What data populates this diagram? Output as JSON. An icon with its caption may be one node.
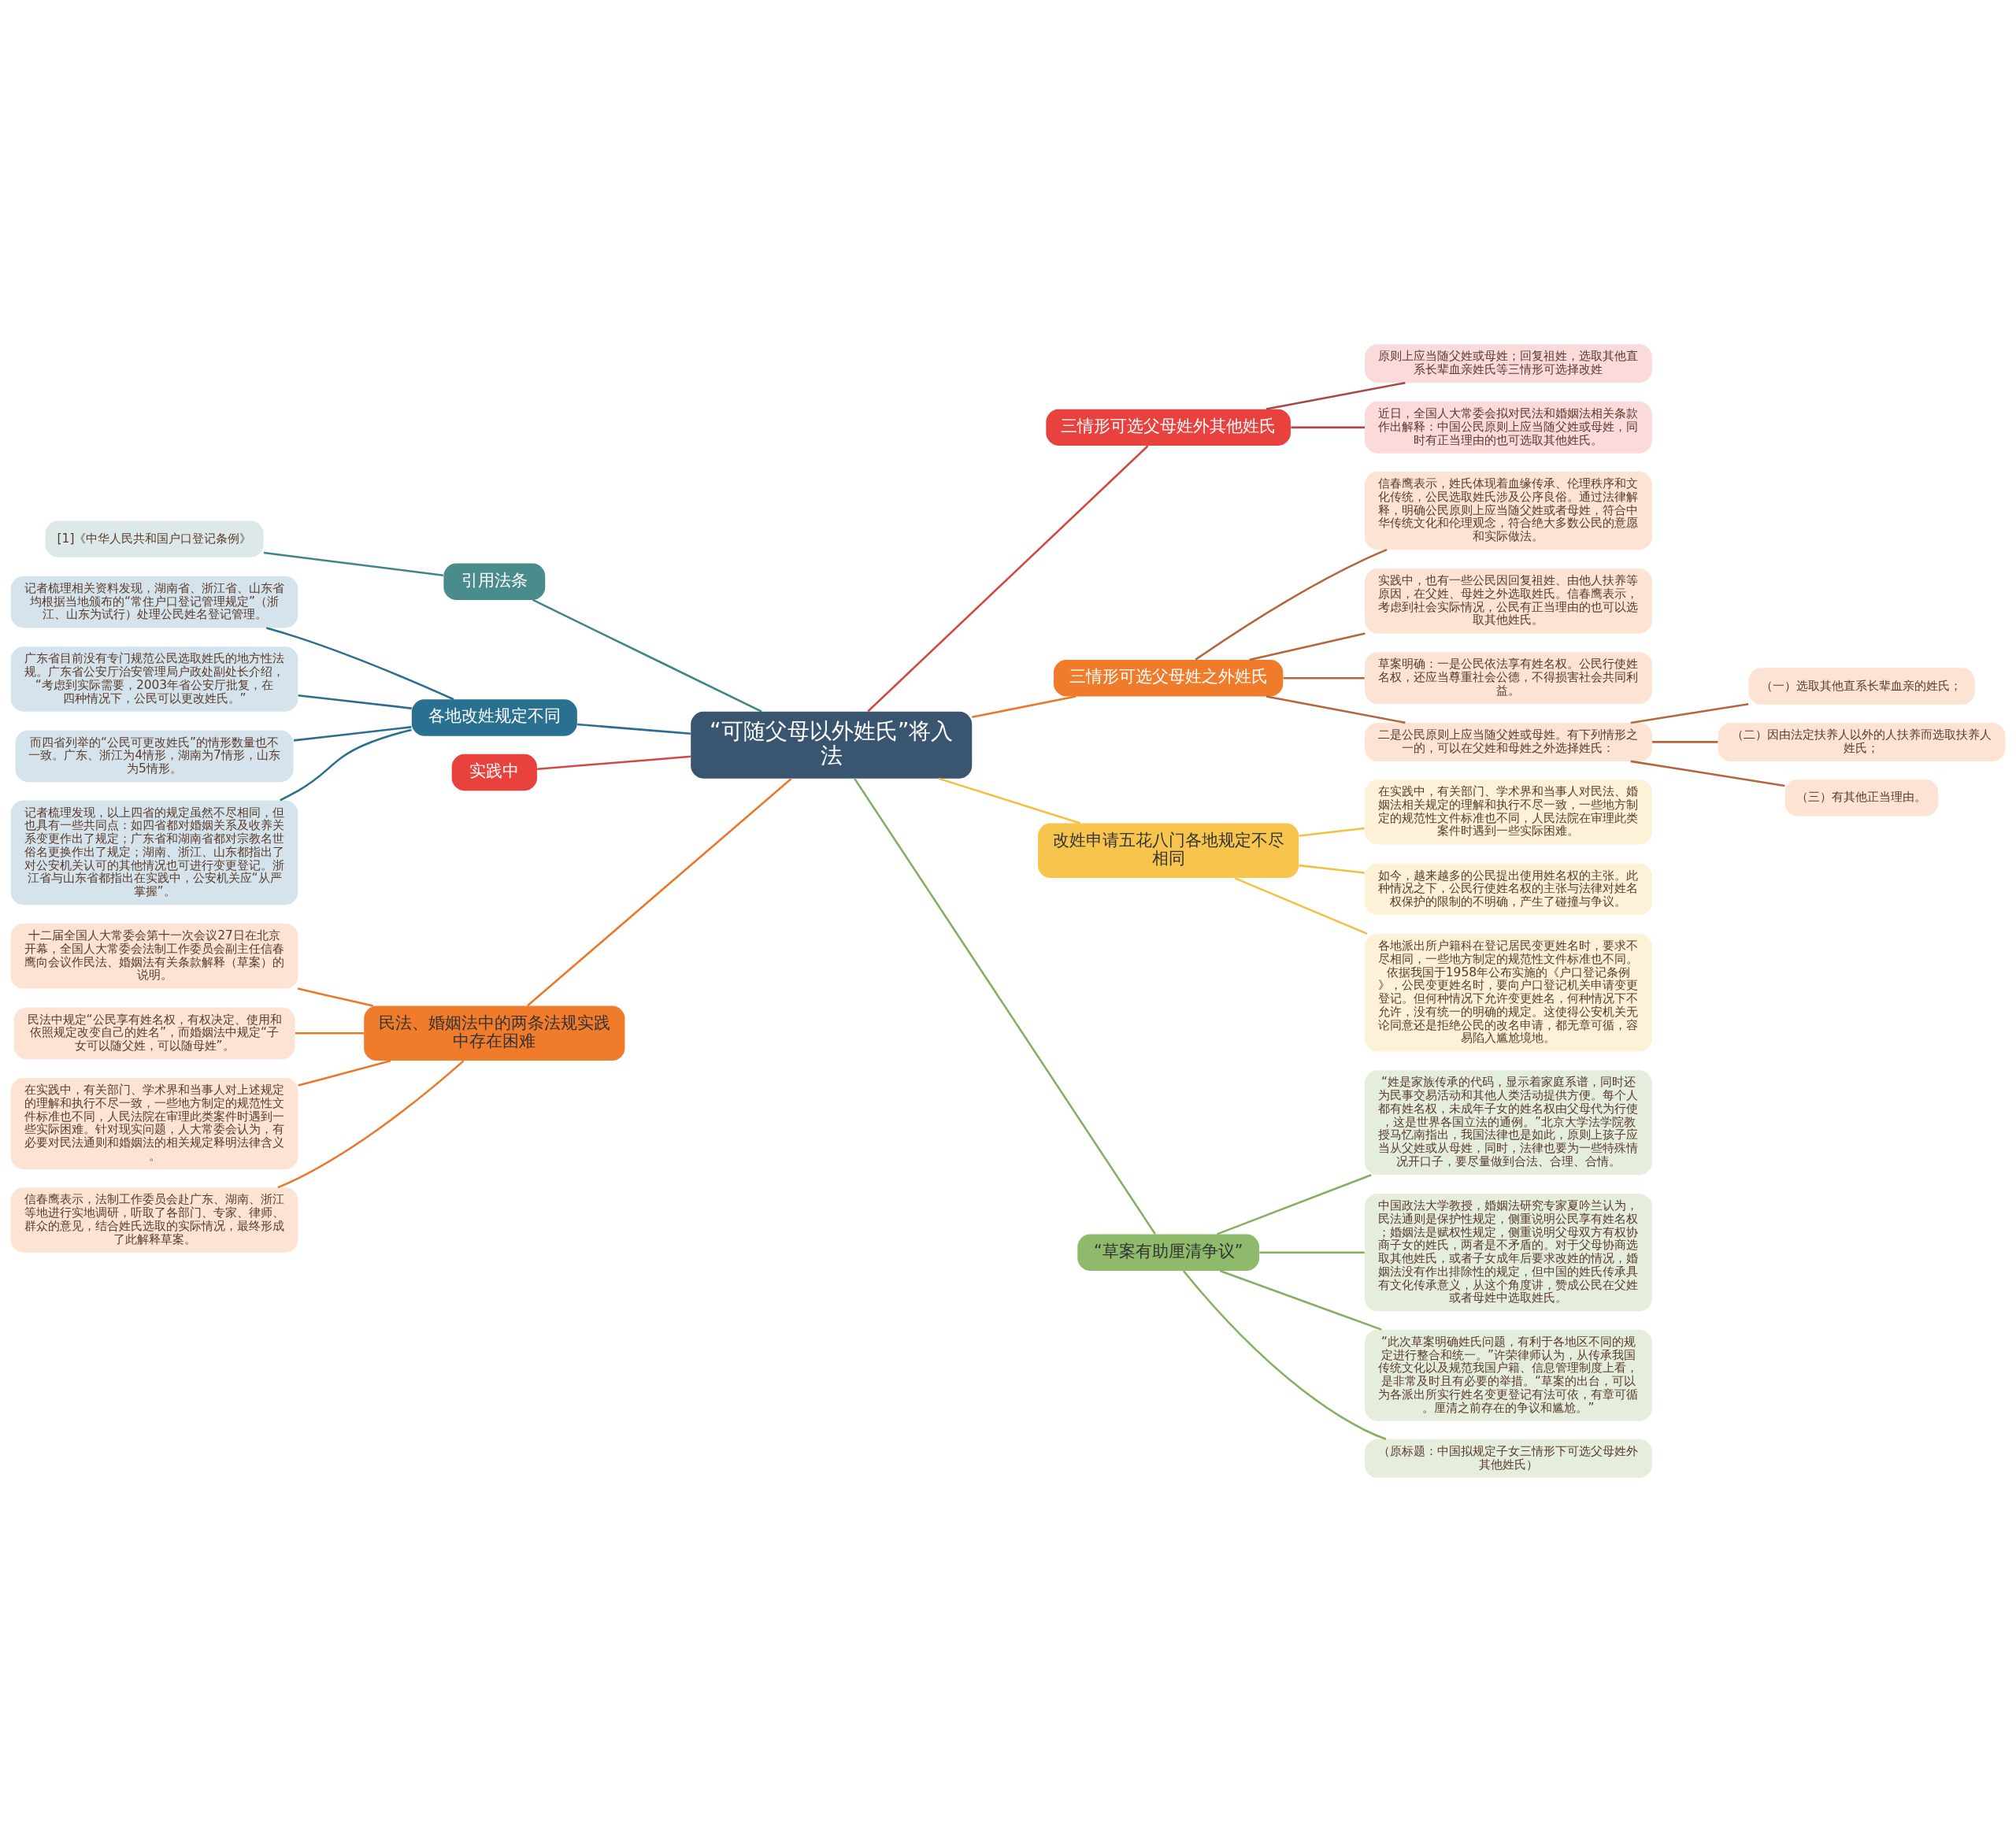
{
  "diagram": {
    "nodes": [
      {
        "text": [
          "“可随父母以外姓氏”将入法"
        ]
      },
      {
        "text": [
          "三情形可选父母姓外其他姓氏"
        ]
      },
      {
        "text": [
          "原则上应当随父姓或母姓；回复祖姓，选取其他直系长辈血亲姓氏等三情形可选择改姓"
        ]
      },
      {
        "text": [
          "近日，全国人大常委会拟对民法和婚姻法相关条款作出解释：中国公民原则上应当随父姓或母姓，同时有正当理由的也可选取其他姓氏。"
        ]
      },
      {
        "text": [
          "三情形可选父母姓之外姓氏"
        ]
      },
      {
        "text": [
          "信春鹰表示，姓氏体现着血缘传承、伦理秩序和文化传统，公民选取姓氏涉及公序良俗。通过法律解释，明确公民原则上应当随父姓或者母姓，符合中华传统文化和伦理观念，符合绝大多数公民的意愿和实际做法。"
        ]
      },
      {
        "text": [
          "实践中，也有一些公民因回复祖姓、由他人扶养等原因，在父姓、母姓之外选取姓氏。信春鹰表示，考虑到社会实际情况，公民有正当理由的也可以选取其他姓氏。"
        ]
      },
      {
        "text": [
          "草案明确：一是公民依法享有姓名权。公民行使姓名权，还应当尊重社会公德，不得损害社会共同利益。"
        ]
      },
      {
        "text": [
          "二是公民原则上应当随父姓或母姓。有下列情形之一的，可以在父姓和母姓之外选择姓氏："
        ]
      },
      {
        "text": [
          "（一）选取其他直系长辈血亲的姓氏；"
        ]
      },
      {
        "text": [
          "（二）因由法定扶养人以外的人扶养而选取扶养人姓氏；"
        ]
      },
      {
        "text": [
          "（三）有其他正当理由。"
        ]
      },
      {
        "text": [
          "改姓申请五花八门各地规定不尽相同"
        ]
      },
      {
        "text": [
          "在实践中，有关部门、学术界和当事人对民法、婚姻法相关规定的理解和执行不尽一致，一些地方制定的规范性文件标准也不同，人民法院在审理此类案件时遇到一些实际困难。"
        ]
      },
      {
        "text": [
          "如今，越来越多的公民提出使用姓名权的主张。此种情况之下，公民行使姓名权的主张与法律对姓名权保护的限制的不明确，产生了碰撞与争议。"
        ]
      },
      {
        "text": [
          "各地派出所户籍科在登记居民变更姓名时，要求不尽相同，一些地方制定的规范性文件标准也不同。依据我国于1958年公布实施的《户口登记条例》，公民变更姓名时，要向户口登记机关申请变更登记。但何种情况下允许变更姓名，何种情况下不允许，没有统一的明确的规定。这使得公安机关无论同意还是拒绝公民的改名申请，都无章可循，容易陷入尴尬境地。"
        ]
      },
      {
        "text": [
          "“草案有助厘清争议”"
        ]
      },
      {
        "text": [
          "“姓是家族传承的代码，显示着家庭系谱，同时还为民事交易活动和其他人类活动提供方便。每个人都有姓名权，未成年子女的姓名权由父母代为行使，这是世界各国立法的通例。”北京大学法学院教授马忆南指出，我国法律也是如此，原则上孩子应当从父姓或从母姓，同时，法律也要为一些特殊情况开口子，要尽量做到合法、合理、合情。"
        ]
      },
      {
        "text": [
          "中国政法大学教授，婚姻法研究专家夏吟兰认为，民法通则是保护性规定，侧重说明公民享有姓名权；婚姻法是赋权性规定，侧重说明父母双方有权协商子女的姓氏，两者是不矛盾的。对于父母协商选取其他姓氏，或者子女成年后要求改姓的情况，婚姻法没有作出排除性的规定，但中国的姓氏传承具有文化传承意义，从这个角度讲，赞成公民在父姓或者母姓中选取姓氏。"
        ]
      },
      {
        "text": [
          "“此次草案明确姓氏问题，有利于各地区不同的规定进行整合和统一。”许荣律师认为，从传承我国传统文化以及规范我国户籍、信息管理制度上看，是非常及时且有必要的举措。“草案的出台，可以为各派出所实行姓名变更登记有法可依，有章可循。厘清之前存在的争议和尴尬。”"
        ]
      },
      {
        "text": [
          "（原标题：中国拟规定子女三情形下可选父母姓外其他姓氏）"
        ]
      },
      {
        "text": [
          "引用法条"
        ]
      },
      {
        "text": [
          "[1]《中华人民共和国户口登记条例》"
        ]
      },
      {
        "text": [
          "各地改姓规定不同"
        ]
      },
      {
        "text": [
          "记者梳理相关资料发现，湖南省、浙江省、山东省均根据当地颁布的“常住户口登记管理规定”（浙江、山东为试行）处理公民姓名登记管理。"
        ]
      },
      {
        "text": [
          "广东省目前没有专门规范公民选取姓氏的地方性法规。广东省公安厅治安管理局户政处副处长介绍，“考虑到实际需要，2003年省公安厅批复，在四种情况下，公民可以更改姓氏。”"
        ]
      },
      {
        "text": [
          "而四省列举的“公民可更改姓氏”的情形数量也不一致。广东、浙江为4情形，湖南为7情形，山东为5情形。"
        ]
      },
      {
        "text": [
          "记者梳理发现，以上四省的规定虽然不尽相同，但也具有一些共同点：如四省都对婚姻关系及收养关系变更作出了规定；广东省和湖南省都对宗教名世俗名更换作出了规定；湖南、浙江、山东都指出了对公安机关认可的其他情况也可进行变更登记。浙江省与山东省都指出在实践中，公安机关应“从严掌握”。"
        ]
      },
      {
        "text": [
          "实践中"
        ]
      },
      {
        "text": [
          "民法、婚姻法中的两条法规实践中存在困难"
        ]
      },
      {
        "text": [
          "十二届全国人大常委会第十一次会议27日在北京开幕，全国人大常委会法制工作委员会副主任信春鹰向会议作民法、婚姻法有关条款解释（草案）的说明。"
        ]
      },
      {
        "text": [
          "民法中规定“公民享有姓名权，有权决定、使用和依照规定改变自己的姓名”，而婚姻法中规定“子女可以随父姓，可以随母姓”。"
        ]
      },
      {
        "text": [
          "在实践中，有关部门、学术界和当事人对上述规定的理解和执行不尽一致，一些地方制定的规范性文件标准也不同，人民法院在审理此类案件时遇到一些实际困难。针对现实问题，人大常委会认为，有必要对民法通则和婚姻法的相关规定释明法律含义。"
        ]
      },
      {
        "text": [
          "信春鹰表示，法制工作委员会赴广东、湖南、浙江等地进行实地调研，听取了各部门、专家、律师、群众的意见，结合姓氏选取的实际情况，最终形成了此解释草案。"
        ]
      }
    ],
    "edges": [
      {
        "from": 0,
        "to": 1,
        "arrow": "none",
        "color": "#d04a45"
      },
      {
        "from": 1,
        "to": 2,
        "arrow": "none",
        "color": "#a84848"
      },
      {
        "from": 1,
        "to": 3,
        "arrow": "none",
        "color": "#a84848"
      },
      {
        "from": 0,
        "to": 4,
        "arrow": "none",
        "color": "#e9782b"
      },
      {
        "from": 4,
        "to": 5,
        "arrow": "none",
        "color": "#b3673a"
      },
      {
        "from": 4,
        "to": 6,
        "arrow": "none",
        "color": "#b3673a"
      },
      {
        "from": 4,
        "to": 7,
        "arrow": "none",
        "color": "#b3673a"
      },
      {
        "from": 4,
        "to": 8,
        "arrow": "none",
        "color": "#b3673a"
      },
      {
        "from": 8,
        "to": 9,
        "arrow": "none",
        "color": "#b3673a"
      },
      {
        "from": 8,
        "to": 10,
        "arrow": "none",
        "color": "#b3673a"
      },
      {
        "from": 8,
        "to": 11,
        "arrow": "none",
        "color": "#b3673a"
      },
      {
        "from": 0,
        "to": 12,
        "arrow": "none",
        "color": "#f2c043"
      },
      {
        "from": 12,
        "to": 13,
        "arrow": "none",
        "color": "#f2c043"
      },
      {
        "from": 12,
        "to": 14,
        "arrow": "none",
        "color": "#f2c043"
      },
      {
        "from": 12,
        "to": 15,
        "arrow": "none",
        "color": "#f2c043"
      },
      {
        "from": 0,
        "to": 16,
        "arrow": "none",
        "color": "#86b061"
      },
      {
        "from": 16,
        "to": 17,
        "arrow": "none",
        "color": "#86b061"
      },
      {
        "from": 16,
        "to": 18,
        "arrow": "none",
        "color": "#86b061"
      },
      {
        "from": 16,
        "to": 19,
        "arrow": "none",
        "color": "#86b061"
      },
      {
        "from": 16,
        "to": 20,
        "arrow": "none",
        "color": "#86b061"
      },
      {
        "from": 0,
        "to": 21,
        "arrow": "none",
        "color": "#3f8585"
      },
      {
        "from": 21,
        "to": 22,
        "arrow": "none",
        "color": "#3f8585"
      },
      {
        "from": 0,
        "to": 23,
        "arrow": "none",
        "color": "#2a6f8f"
      },
      {
        "from": 23,
        "to": 24,
        "arrow": "none",
        "color": "#2a6f8f"
      },
      {
        "from": 23,
        "to": 25,
        "arrow": "none",
        "color": "#2a6f8f"
      },
      {
        "from": 23,
        "to": 26,
        "arrow": "none",
        "color": "#2a6f8f"
      },
      {
        "from": 23,
        "to": 27,
        "arrow": "none",
        "color": "#2a6f8f"
      },
      {
        "from": 0,
        "to": 28,
        "arrow": "none",
        "color": "#d04a45"
      },
      {
        "from": 0,
        "to": 29,
        "arrow": "none",
        "color": "#e9782b"
      },
      {
        "from": 29,
        "to": 30,
        "arrow": "none",
        "color": "#e9782b"
      },
      {
        "from": 29,
        "to": 31,
        "arrow": "none",
        "color": "#e9782b"
      },
      {
        "from": 29,
        "to": 32,
        "arrow": "none",
        "color": "#e9782b"
      },
      {
        "from": 29,
        "to": 33,
        "arrow": "none",
        "color": "#e9782b"
      }
    ]
  }
}
